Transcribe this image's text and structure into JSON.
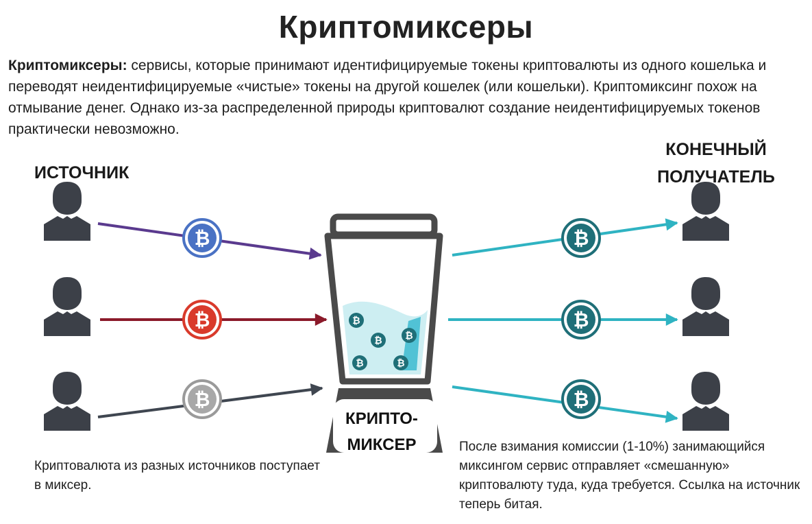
{
  "title": "Криптомиксеры",
  "intro": {
    "term": "Криптомиксеры:",
    "text": " сервисы, которые принимают идентифицируемые токены криптовалюты из одного кошелька и переводят неидентифицируемые «чистые» токены на другой кошелек (или кошельки). Криптомиксинг похож на отмывание денег. Однако из-за распределенной природы криптовалют создание неидентифицируемых токенов практически невозможно."
  },
  "source_header": "ИСТОЧНИК",
  "destination_header": [
    "КОНЕЧНЫЙ",
    "ПОЛУЧАТЕЛЬ"
  ],
  "mixer_label": [
    "КРИПТО-",
    "МИКСЕР"
  ],
  "note_left": "Криптовалюта из разных источников поступает в миксер.",
  "note_right": "После взимания комиссии (1-10%) занимающийся миксингом сервис отправляет «смешанную» криптовалюту туда, куда требуется. Ссылка на источник теперь битая.",
  "bitcoin_glyph": "₿",
  "colors": {
    "source_1": "#4a72c4",
    "source_2": "#d93a2b",
    "source_3": "#9a9a9a",
    "arrow_1": "#5a3a8e",
    "arrow_2": "#8b1a2a",
    "arrow_3": "#3f4650",
    "output": "#1f6f78",
    "output_arrow": "#2fb3c2",
    "person": "#3c4048",
    "blender": "#4a4a4a"
  }
}
